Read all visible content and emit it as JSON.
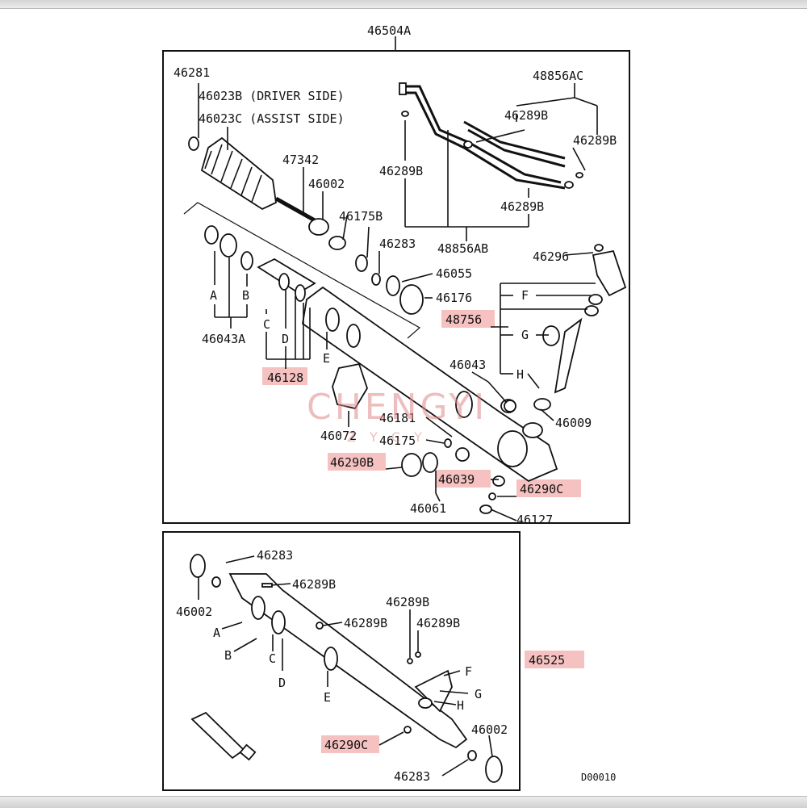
{
  "main_assembly": "46504A",
  "watermark": {
    "main": "CHENGYI",
    "sub": "Z Y C Y"
  },
  "upper_labels": {
    "l46281": "46281",
    "l46023b": "46023B (DRIVER SIDE)",
    "l46023c": "46023C (ASSIST SIDE)",
    "l47342": "47342",
    "l46002": "46002",
    "l46175b": "46175B",
    "l46283": "46283",
    "l46055": "46055",
    "l46176": "46176",
    "l48756": "48756",
    "l48856ac": "48856AC",
    "l46289b_a": "46289B",
    "l46289b_b": "46289B",
    "l46289b_c": "46289B",
    "l46289b_d": "46289B",
    "l48856ab": "48856AB",
    "l46296": "46296",
    "lF": "F",
    "lG": "G",
    "lH": "H",
    "lA": "A",
    "lB": "B",
    "l46043a": "46043A",
    "lC": "C",
    "lD": "D",
    "lE": "E",
    "l46128": "46128",
    "l46043": "46043",
    "l46181": "46181",
    "l46175": "46175",
    "l46072": "46072",
    "l46009": "46009",
    "l46290b": "46290B",
    "l46039": "46039",
    "l46290c": "46290C",
    "l46061": "46061",
    "l46127": "46127"
  },
  "lower_labels": {
    "l46283_top": "46283",
    "l46289b_1": "46289B",
    "l46002_left": "46002",
    "l46289b_2": "46289B",
    "l46289b_3": "46289B",
    "l46289b_4": "46289B",
    "lA": "A",
    "lB": "B",
    "lC": "C",
    "lD": "D",
    "lE": "E",
    "lF": "F",
    "lG": "G",
    "lH": "H",
    "l46525": "46525",
    "l46290c": "46290C",
    "l46002_right": "46002",
    "l46283_bottom": "46283",
    "code": "D00010"
  },
  "colors": {
    "highlight": "#f4b6b6",
    "ink": "#111111",
    "watermark": "#e08a8a"
  }
}
